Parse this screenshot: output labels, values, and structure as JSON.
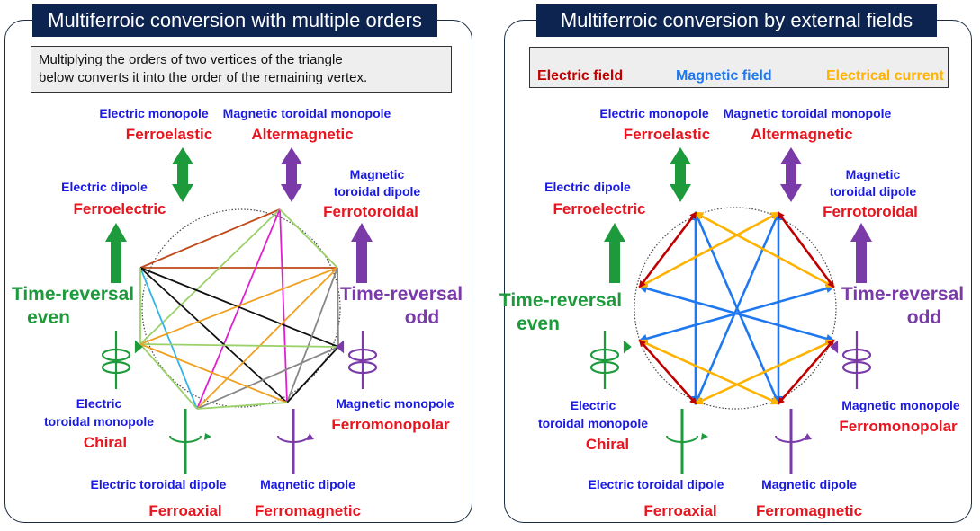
{
  "left_panel": {
    "title": "Multiferroic conversion with multiple orders",
    "note_line1": "Multiplying the orders of two vertices of the triangle",
    "note_line2": "below converts it into the order of the remaining vertex."
  },
  "right_panel": {
    "title": "Multiferroic conversion by external fields",
    "legend": {
      "electric_field": "Electric field",
      "magnetic_field": "Magnetic field",
      "electrical_current": "Electrical current"
    }
  },
  "labels": {
    "electric_monopole": "Electric monopole",
    "ferroelastic": "Ferroelastic",
    "magnetic_toroidal_monopole": "Magnetic toroidal monopole",
    "altermagnetic": "Altermagnetic",
    "electric_dipole": "Electric dipole",
    "ferroelectric": "Ferroelectric",
    "magnetic_toroidal_dipole_1": "Magnetic",
    "magnetic_toroidal_dipole_2": "toroidal dipole",
    "ferrotoroidal": "Ferrotoroidal",
    "time_reversal_even_1": "Time-reversal",
    "time_reversal_even_2": "even",
    "time_reversal_odd_1": "Time-reversal",
    "time_reversal_odd_2": "odd",
    "electric_toroidal_monopole_1": "Electric",
    "electric_toroidal_monopole_2": "toroidal monopole",
    "chiral": "Chiral",
    "magnetic_monopole": "Magnetic monopole",
    "ferromonopolar": "Ferromonopolar",
    "electric_toroidal_dipole": "Electric toroidal dipole",
    "ferroaxial": "Ferroaxial",
    "magnetic_dipole": "Magnetic dipole",
    "ferromagnetic": "Ferromagnetic"
  },
  "colors": {
    "title_bg": "#0d2350",
    "electric_field": "#c00000",
    "magnetic_field": "#1f78f0",
    "electrical_current": "#ffb300",
    "even": "#1d9b3c",
    "odd": "#7a3aa8",
    "order_text": "#e8141e",
    "multipole_text": "#1a1ae6"
  },
  "icons": [
    "up-arrow-icon",
    "double-arrow-icon",
    "rotation-arrow-icon"
  ]
}
